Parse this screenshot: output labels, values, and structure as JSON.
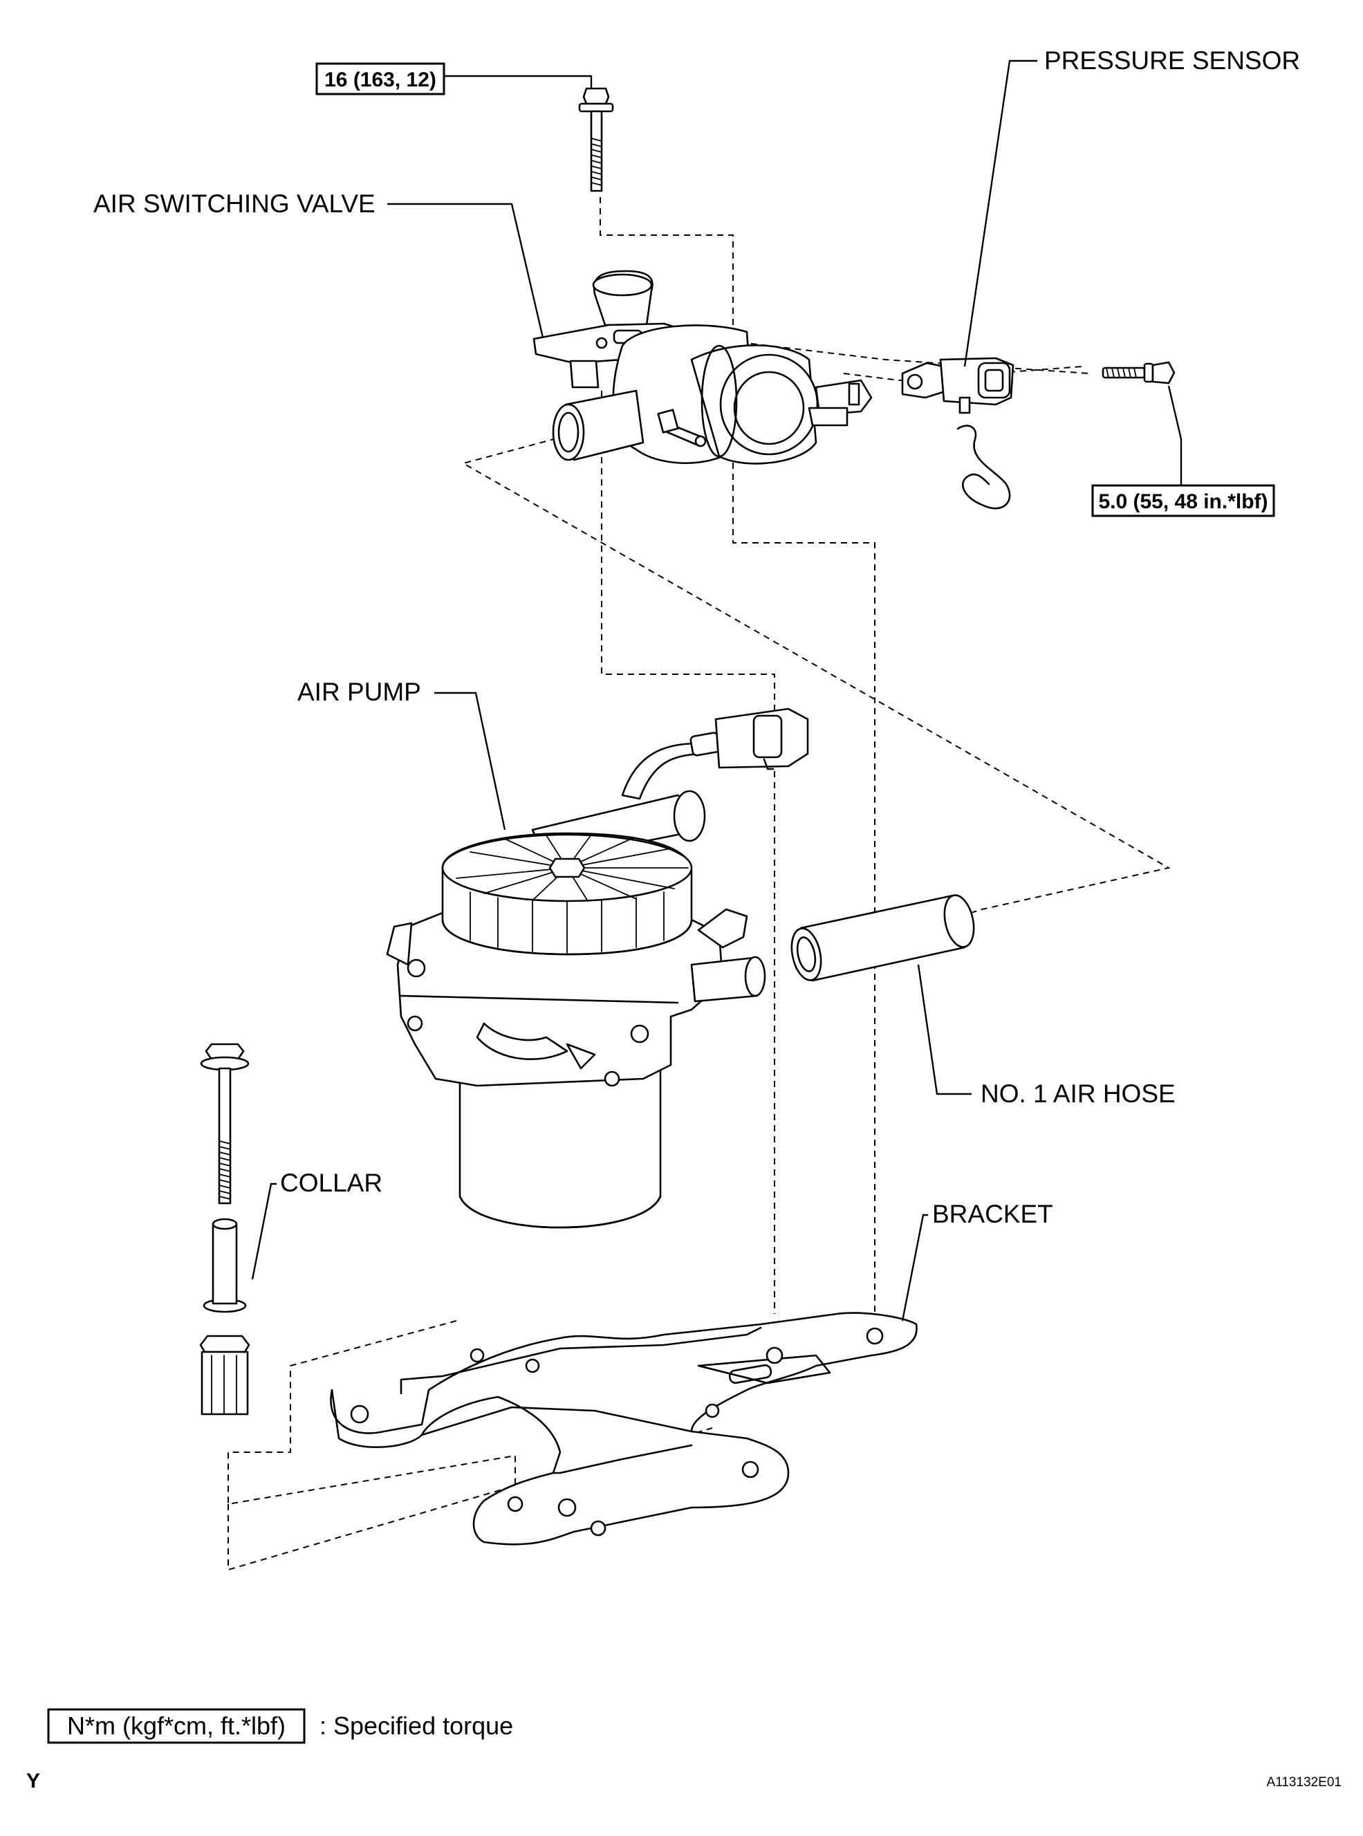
{
  "labels": {
    "pressure_sensor": "PRESSURE SENSOR",
    "air_switching_valve": "AIR SWITCHING VALVE",
    "air_pump": "AIR PUMP",
    "no1_air_hose": "NO. 1 AIR HOSE",
    "collar": "COLLAR",
    "bracket": "BRACKET"
  },
  "torque_specs": {
    "valve_bolt": "16 (163, 12)",
    "sensor_bolt": "5.0 (55, 48 in.*lbf)"
  },
  "legend": {
    "unit_box": "N*m (kgf*cm, ft.*lbf)",
    "description": ": Specified torque"
  },
  "footer": {
    "corner_mark": "Y",
    "figure_ref": "A113132E01"
  }
}
